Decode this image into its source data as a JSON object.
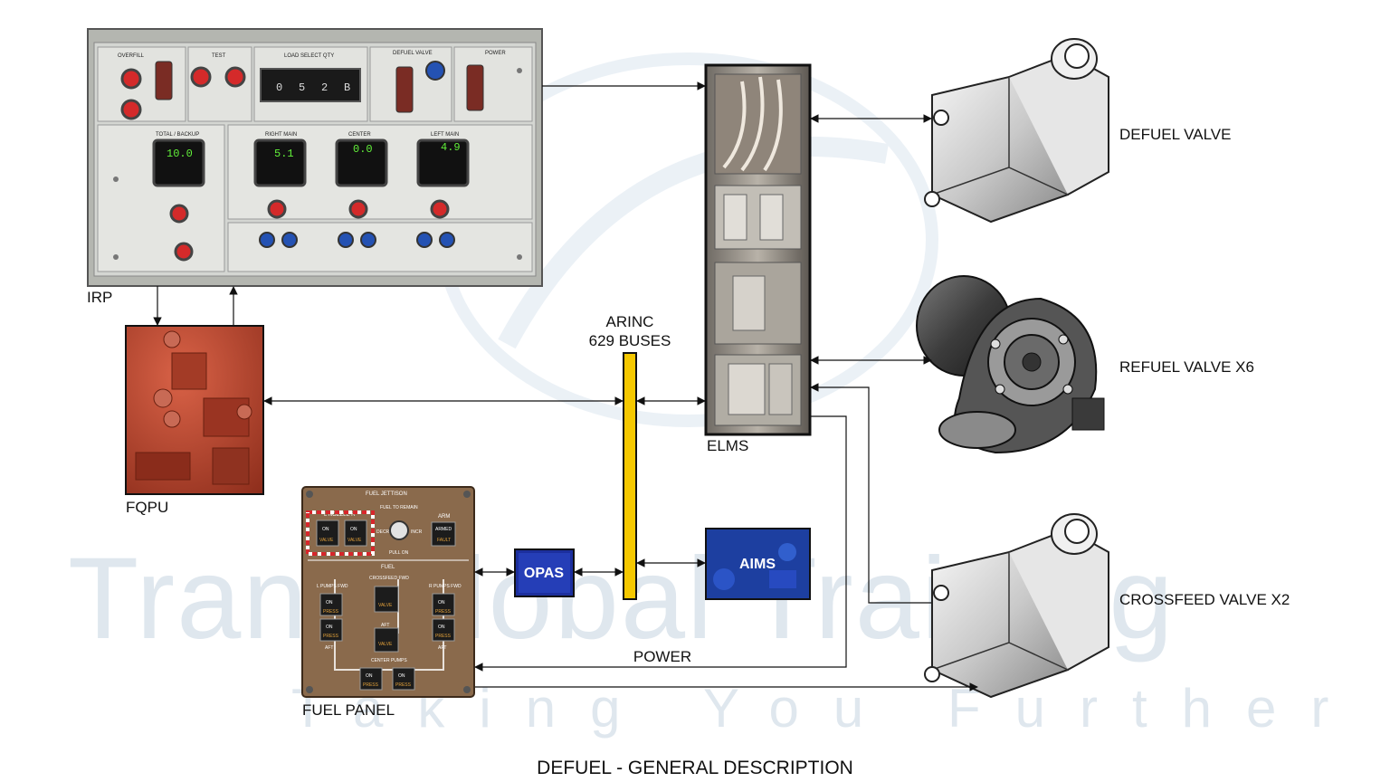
{
  "watermark": {
    "brand": "TransGlobal Training",
    "tagline": "Taking You Further"
  },
  "components": {
    "irp": "IRP",
    "fqpu": "FQPU",
    "elms": "ELMS",
    "opas": "OPAS",
    "aims": "AIMS",
    "fuel_panel": "FUEL PANEL"
  },
  "bus": {
    "line1": "ARINC",
    "line2": "629 BUSES",
    "color": "#f5c800"
  },
  "valves": {
    "defuel": "DEFUEL VALVE",
    "refuel": "REFUEL VALVE X6",
    "crossfeed": "CROSSFEED VALVE X2"
  },
  "power_label": "POWER",
  "caption": "DEFUEL - GENERAL DESCRIPTION",
  "irp_panel": {
    "overfill": "OVERFILL",
    "test": "TEST",
    "load_select": "LOAD SELECT QTY",
    "load_digits": [
      "0",
      "5",
      "2",
      "B"
    ],
    "defuel_valve": "DEFUEL VALVE",
    "power": "POWER",
    "total_backup": "TOTAL / BACKUP",
    "right_main": "RIGHT MAIN",
    "center": "CENTER",
    "left_main": "LEFT MAIN",
    "readout_total": "10.0",
    "readout_right": "5.1",
    "readout_center": "0.0",
    "readout_left": "4.9"
  },
  "fuel_panel_detail": {
    "jettison_title": "FUEL JETTISON",
    "nozzle": "L NOZZLE R",
    "fuel_to_remain": "FUEL TO REMAIN",
    "decr": "DECR",
    "incr": "INCR",
    "pull_on": "PULL ON",
    "arm": "ARM",
    "armed": "ARMED",
    "fault": "FAULT",
    "fuel_title": "FUEL",
    "crossfeed_fwd": "CROSSFEED FWD",
    "aft": "AFT",
    "l_pumps": "L PUMPS FWD",
    "r_pumps": "R PUMPS FWD",
    "center_pumps": "CENTER PUMPS",
    "on": "ON",
    "press": "PRESS",
    "valve": "VALVE"
  },
  "colors": {
    "fqpu": "#b5442e",
    "opas": "#1c2f9e",
    "aims": "#1d3fa0",
    "panel_brown": "#8a6a4c",
    "irp_gray": "#c6c8c4"
  }
}
